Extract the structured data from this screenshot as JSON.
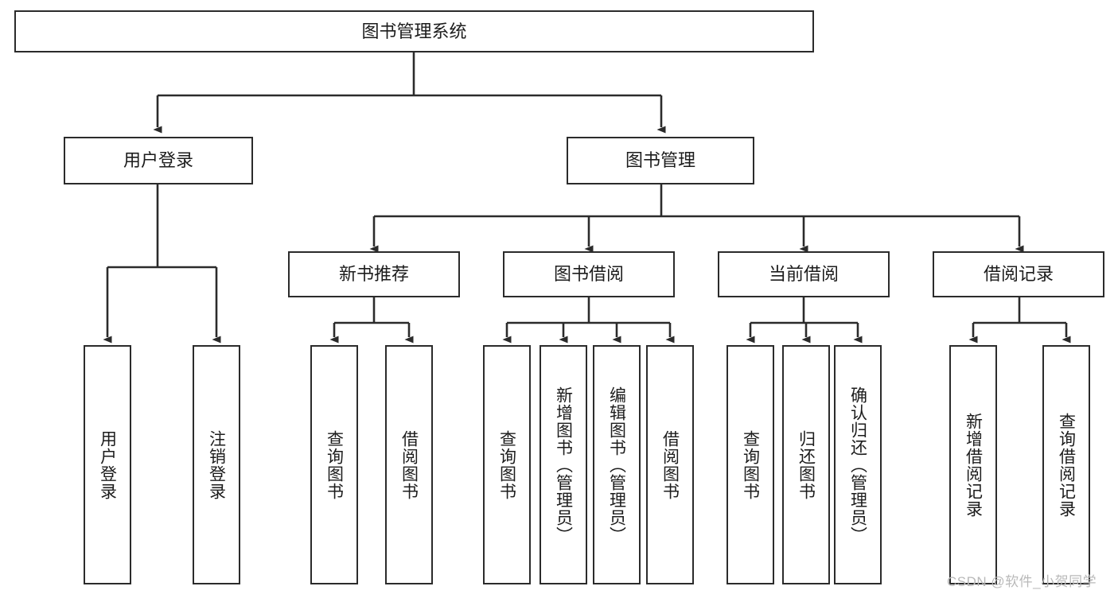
{
  "diagram": {
    "title": "图书管理系统",
    "type": "hierarchy-tree",
    "watermark": "CSDN @软件_小贺同学",
    "colors": {
      "box_border": "#2b2b2b",
      "box_fill": "#ffffff",
      "edge": "#2b2b2b",
      "text": "#1c1c1c",
      "watermark": "#b9b9b9"
    },
    "nodes": {
      "root": {
        "label": "图书管理系统",
        "level": 1,
        "orientation": "horizontal"
      },
      "l2": [
        {
          "id": "user-login",
          "label": "用户登录",
          "level": 2,
          "orientation": "horizontal"
        },
        {
          "id": "book-manage",
          "label": "图书管理",
          "level": 2,
          "orientation": "horizontal"
        }
      ],
      "l3": [
        {
          "id": "new-book-rec",
          "label": "新书推荐",
          "level": 3,
          "orientation": "horizontal"
        },
        {
          "id": "book-borrow",
          "label": "图书借阅",
          "level": 3,
          "orientation": "horizontal"
        },
        {
          "id": "current-borrow",
          "label": "当前借阅",
          "level": 3,
          "orientation": "horizontal"
        },
        {
          "id": "borrow-record",
          "label": "借阅记录",
          "level": 3,
          "orientation": "horizontal"
        }
      ],
      "leaves": [
        {
          "id": "leaf-user-login",
          "label": "用户登录",
          "parent": "user-login",
          "orientation": "vertical"
        },
        {
          "id": "leaf-logout",
          "label": "注销登录",
          "parent": "user-login",
          "orientation": "vertical"
        },
        {
          "id": "leaf-query-book-1",
          "label": "查询图书",
          "parent": "new-book-rec",
          "orientation": "vertical"
        },
        {
          "id": "leaf-borrow-book-1",
          "label": "借阅图书",
          "parent": "new-book-rec",
          "orientation": "vertical"
        },
        {
          "id": "leaf-query-book-2",
          "label": "查询图书",
          "parent": "book-borrow",
          "orientation": "vertical"
        },
        {
          "id": "leaf-add-book",
          "label": "新增图书（管理员）",
          "parent": "book-borrow",
          "orientation": "vertical"
        },
        {
          "id": "leaf-edit-book",
          "label": "编辑图书（管理员）",
          "parent": "book-borrow",
          "orientation": "vertical"
        },
        {
          "id": "leaf-borrow-book-2",
          "label": "借阅图书",
          "parent": "book-borrow",
          "orientation": "vertical"
        },
        {
          "id": "leaf-query-book-3",
          "label": "查询图书",
          "parent": "current-borrow",
          "orientation": "vertical"
        },
        {
          "id": "leaf-return-book",
          "label": "归还图书",
          "parent": "current-borrow",
          "orientation": "vertical"
        },
        {
          "id": "leaf-confirm-return",
          "label": "确认归还（管理员）",
          "parent": "current-borrow",
          "orientation": "vertical"
        },
        {
          "id": "leaf-add-record",
          "label": "新增借阅记录",
          "parent": "borrow-record",
          "orientation": "vertical"
        },
        {
          "id": "leaf-query-record",
          "label": "查询借阅记录",
          "parent": "borrow-record",
          "orientation": "vertical"
        }
      ]
    }
  }
}
